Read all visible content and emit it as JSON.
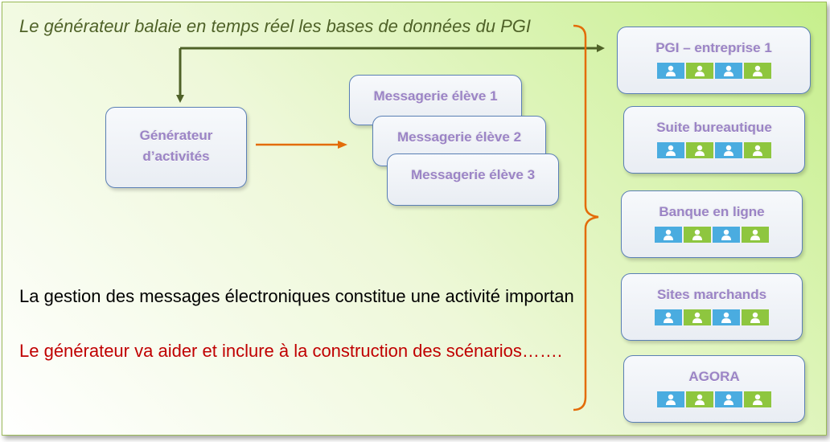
{
  "header_text": "Le générateur balaie en temps réel les bases de données du PGI",
  "generator": {
    "line1": "Générateur",
    "line2": "d’activités"
  },
  "mailboxes": [
    "Messagerie élève 1",
    "Messagerie élève 2",
    "Messagerie élève 3"
  ],
  "databases": [
    {
      "label": "PGI – entreprise 1"
    },
    {
      "label": "Suite bureautique"
    },
    {
      "label": "Banque en ligne"
    },
    {
      "label": "Sites marchands"
    },
    {
      "label": "AGORA"
    }
  ],
  "body_text_1": "La gestion des messages électroniques constitue une activité importan",
  "body_text_2": "Le générateur va aider et inclure à la construction des scénarios…….",
  "colors": {
    "header_text": "#4f6228",
    "arrow_green": "#4f6228",
    "arrow_orange": "#e36c09",
    "brace": "#e36c09",
    "box_text": "#9b84c6",
    "body_text_1": "#000000",
    "body_text_2": "#c00000",
    "icon_blue": "#4aace0",
    "icon_green": "#8ec63f"
  }
}
